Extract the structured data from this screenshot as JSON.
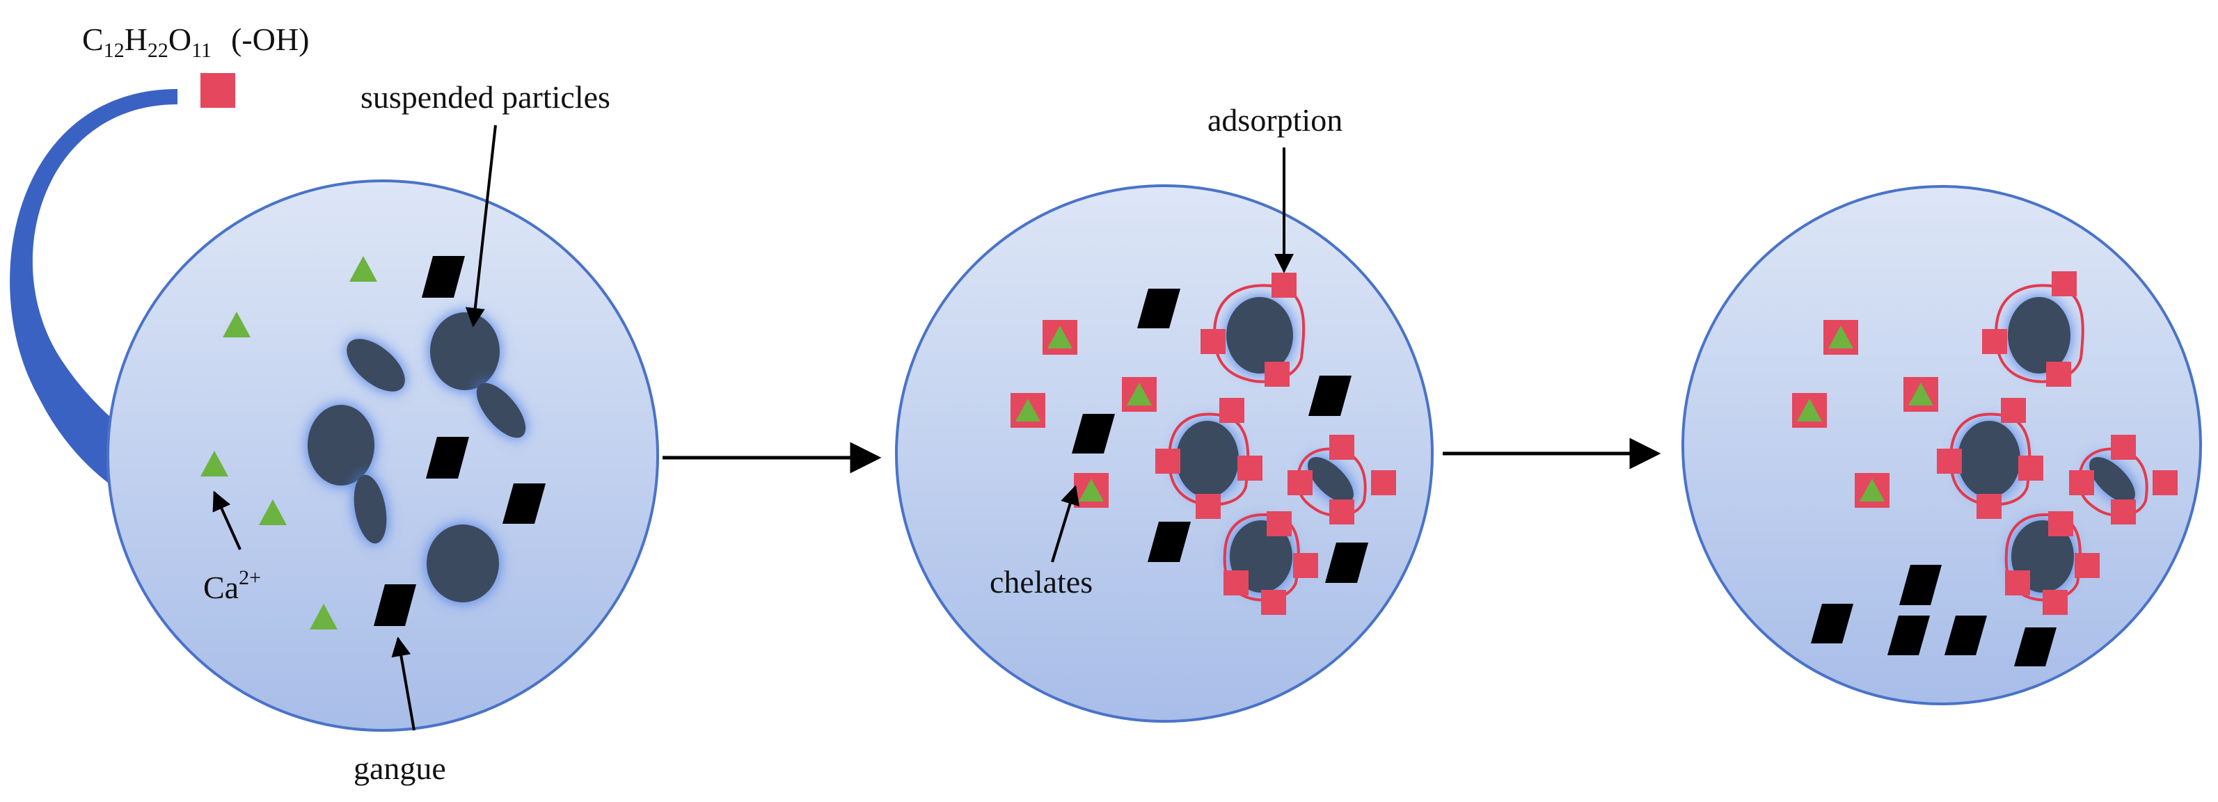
{
  "formula": {
    "element_c": "C",
    "sub_c": "12",
    "element_h": "H",
    "sub_h": "22",
    "element_o": "O",
    "sub_o": "11",
    "group": "(-OH)"
  },
  "labels": {
    "suspended_particles": "suspended particles",
    "adsorption": "adsorption",
    "chelates": "chelates",
    "gangue": "gangue",
    "calcium_base": "Ca",
    "calcium_charge": "2+"
  },
  "colors": {
    "sucrose_square": "#e5475e",
    "calcium_triangle": "#6cb33f",
    "gangue": "#000000",
    "particle": "#3b4a5e",
    "particle_glow": "#4a7be8",
    "circle_border": "#4a73c9",
    "circle_fill_top": "#dde6f6",
    "circle_fill_bottom": "#a8bde8",
    "feed_arrow": "#3a62c2",
    "adsorption_outline": "#e23a4f"
  },
  "icons": {
    "sucrose": "red-square",
    "calcium": "green-triangle",
    "gangue": "black-parallelogram",
    "particle": "dark-ellipse-with-glow"
  }
}
